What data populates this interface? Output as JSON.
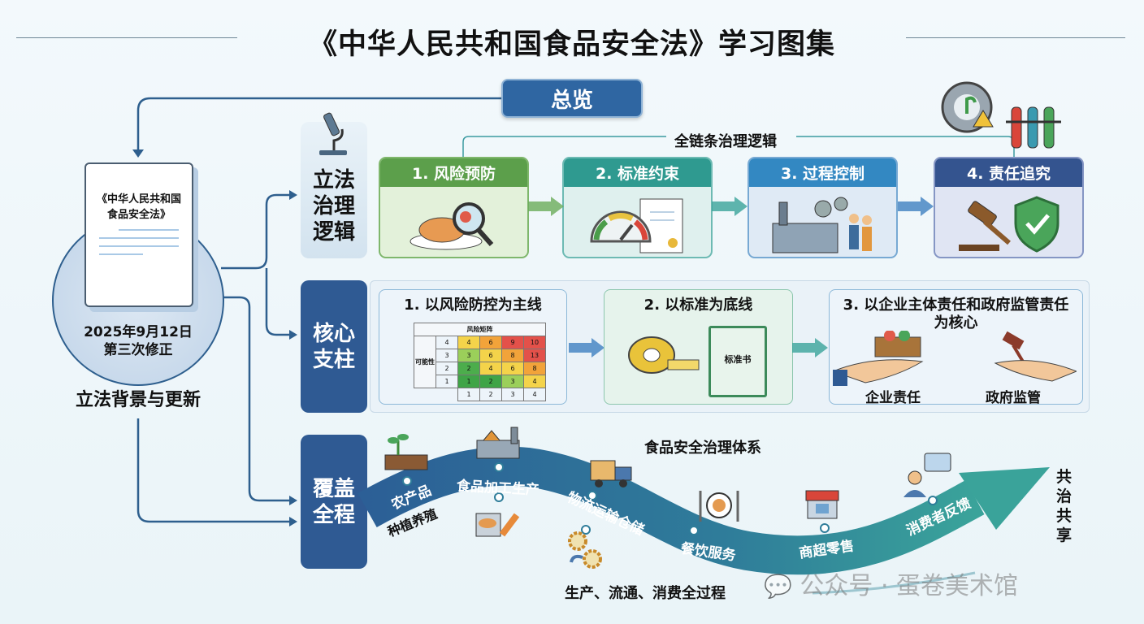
{
  "title": "《中华人民共和国食品安全法》学习图集",
  "overview_label": "总览",
  "background": {
    "doc_title": "《中华人民共和国食品安全法》",
    "date": "2025年9月12日",
    "revision": "第三次修正",
    "label": "立法背景与更新"
  },
  "rows": {
    "logic": "立法治理逻辑",
    "pillars": "核心支柱",
    "coverage": "覆盖全程"
  },
  "chain_title": "全链条治理逻辑",
  "steps": [
    {
      "label": "1. 风险预防",
      "color": "#5c9f4b"
    },
    {
      "label": "2. 标准约束",
      "color": "#2f9a90"
    },
    {
      "label": "3. 过程控制",
      "color": "#3388c2"
    },
    {
      "label": "4. 责任追究",
      "color": "#34548f"
    }
  ],
  "pillars": {
    "p1": "1. 以风险防控为主线",
    "p2": "2. 以标准为底线",
    "p3": "3. 以企业主体责任和政府监管责任为核心",
    "matrix_title": "风险矩阵",
    "matrix_ylabel": "可能性",
    "matrix_rows": [
      [
        "4",
        "4",
        "6",
        "9",
        "10"
      ],
      [
        "3",
        "3",
        "6",
        "8",
        "13"
      ],
      [
        "2",
        "2",
        "4",
        "6",
        "8"
      ],
      [
        "1",
        "1",
        "2",
        "3",
        "4"
      ]
    ],
    "matrix_cols": [
      "1",
      "2",
      "3",
      "4"
    ],
    "certificate": "标准书",
    "enterprise": "企业责任",
    "government": "政府监管"
  },
  "process": {
    "title": "食品安全治理体系",
    "stages": [
      "农产品",
      "种植养殖",
      "食品加工生产",
      "物流运输仓储",
      "餐饮服务",
      "商超零售",
      "消费者反馈"
    ],
    "caption": "生产、流通、消费全过程",
    "end": "共治共享"
  },
  "watermark": "公众号 · 蛋卷美术馆"
}
